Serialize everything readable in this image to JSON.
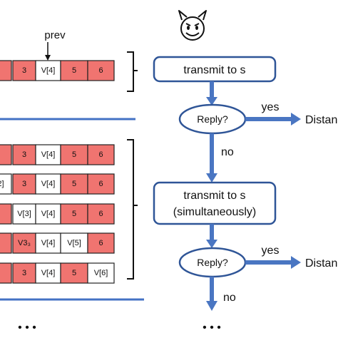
{
  "top_icon": "devil-face-icon",
  "pointer_label": "prev",
  "colors": {
    "cell_red": "#f07470",
    "cell_white": "#ffffff",
    "flow_blue": "#4a76c2",
    "box_stroke": "#2f5597",
    "divider_blue": "#4472c4"
  },
  "rows": [
    {
      "cells": [
        {
          "t": "",
          "c": "red"
        },
        {
          "t": "3",
          "c": "red"
        },
        {
          "t": "V[4]",
          "c": "white"
        },
        {
          "t": "5",
          "c": "red"
        },
        {
          "t": "6",
          "c": "red"
        }
      ]
    },
    {
      "cells": [
        {
          "t": "",
          "c": "red"
        },
        {
          "t": "3",
          "c": "red"
        },
        {
          "t": "V[4]",
          "c": "white"
        },
        {
          "t": "5",
          "c": "red"
        },
        {
          "t": "6",
          "c": "red"
        }
      ]
    },
    {
      "cells": [
        {
          "t": "2]",
          "c": "white"
        },
        {
          "t": "3",
          "c": "red"
        },
        {
          "t": "V[4]",
          "c": "white"
        },
        {
          "t": "5",
          "c": "red"
        },
        {
          "t": "6",
          "c": "red"
        }
      ]
    },
    {
      "cells": [
        {
          "t": "",
          "c": "red"
        },
        {
          "t": "V[3]",
          "c": "white"
        },
        {
          "t": "V[4]",
          "c": "white"
        },
        {
          "t": "5",
          "c": "red"
        },
        {
          "t": "6",
          "c": "red"
        }
      ]
    },
    {
      "cells": [
        {
          "t": "",
          "c": "red"
        },
        {
          "t": "V3₃",
          "c": "red"
        },
        {
          "t": "V[4]",
          "c": "white"
        },
        {
          "t": "V[5]",
          "c": "white"
        },
        {
          "t": "6",
          "c": "red"
        }
      ]
    },
    {
      "cells": [
        {
          "t": "",
          "c": "red"
        },
        {
          "t": "3",
          "c": "red"
        },
        {
          "t": "V[4]",
          "c": "white"
        },
        {
          "t": "5",
          "c": "red"
        },
        {
          "t": "V[6]",
          "c": "white"
        }
      ]
    }
  ],
  "flow": {
    "box1": "transmit to s",
    "decision1": "Reply?",
    "yes1": "yes",
    "out1": "Distance",
    "no1": "no",
    "box2_line1": "transmit to s",
    "box2_line2": "(simultaneously)",
    "decision2": "Reply?",
    "yes2": "yes",
    "out2": "Distance",
    "no2": "no"
  },
  "ellipsis_left": "• • •",
  "ellipsis_right": "• • •"
}
